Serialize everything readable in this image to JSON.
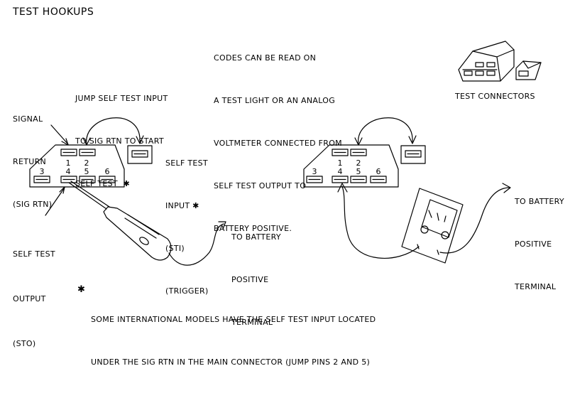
{
  "title": "TEST HOOKUPS",
  "codes_note": [
    "CODES CAN BE READ ON",
    "A TEST LIGHT OR AN ANALOG",
    "VOLTMETER CONNECTED FROM",
    "SELF TEST OUTPUT TO",
    "BATTERY POSITIVE."
  ],
  "jump_note": [
    "JUMP SELF TEST INPUT",
    "TO SIG RTN TO START",
    "SELF TEST  ✱"
  ],
  "signal_return": [
    "SIGNAL",
    "RETURN",
    "(SIG RTN)"
  ],
  "self_test_input": [
    "SELF TEST",
    "INPUT ✱",
    "(STI)",
    "(TRIGGER)"
  ],
  "self_test_output": [
    "SELF TEST",
    "OUTPUT",
    "(STO)"
  ],
  "battery_left": [
    "TO BATTERY",
    "POSITIVE",
    "TERMINAL"
  ],
  "battery_right": [
    "TO BATTERY",
    "POSITIVE",
    "TERMINAL"
  ],
  "test_connectors": "TEST CONNECTORS",
  "pins": [
    "1",
    "2",
    "3",
    "4",
    "5",
    "6"
  ],
  "footnote_marker": "✱",
  "footnote": [
    "SOME INTERNATIONAL MODELS HAVE THE SELF TEST INPUT LOCATED",
    "UNDER THE SIG RTN IN THE MAIN CONNECTOR (JUMP PINS 2 AND 5)"
  ]
}
